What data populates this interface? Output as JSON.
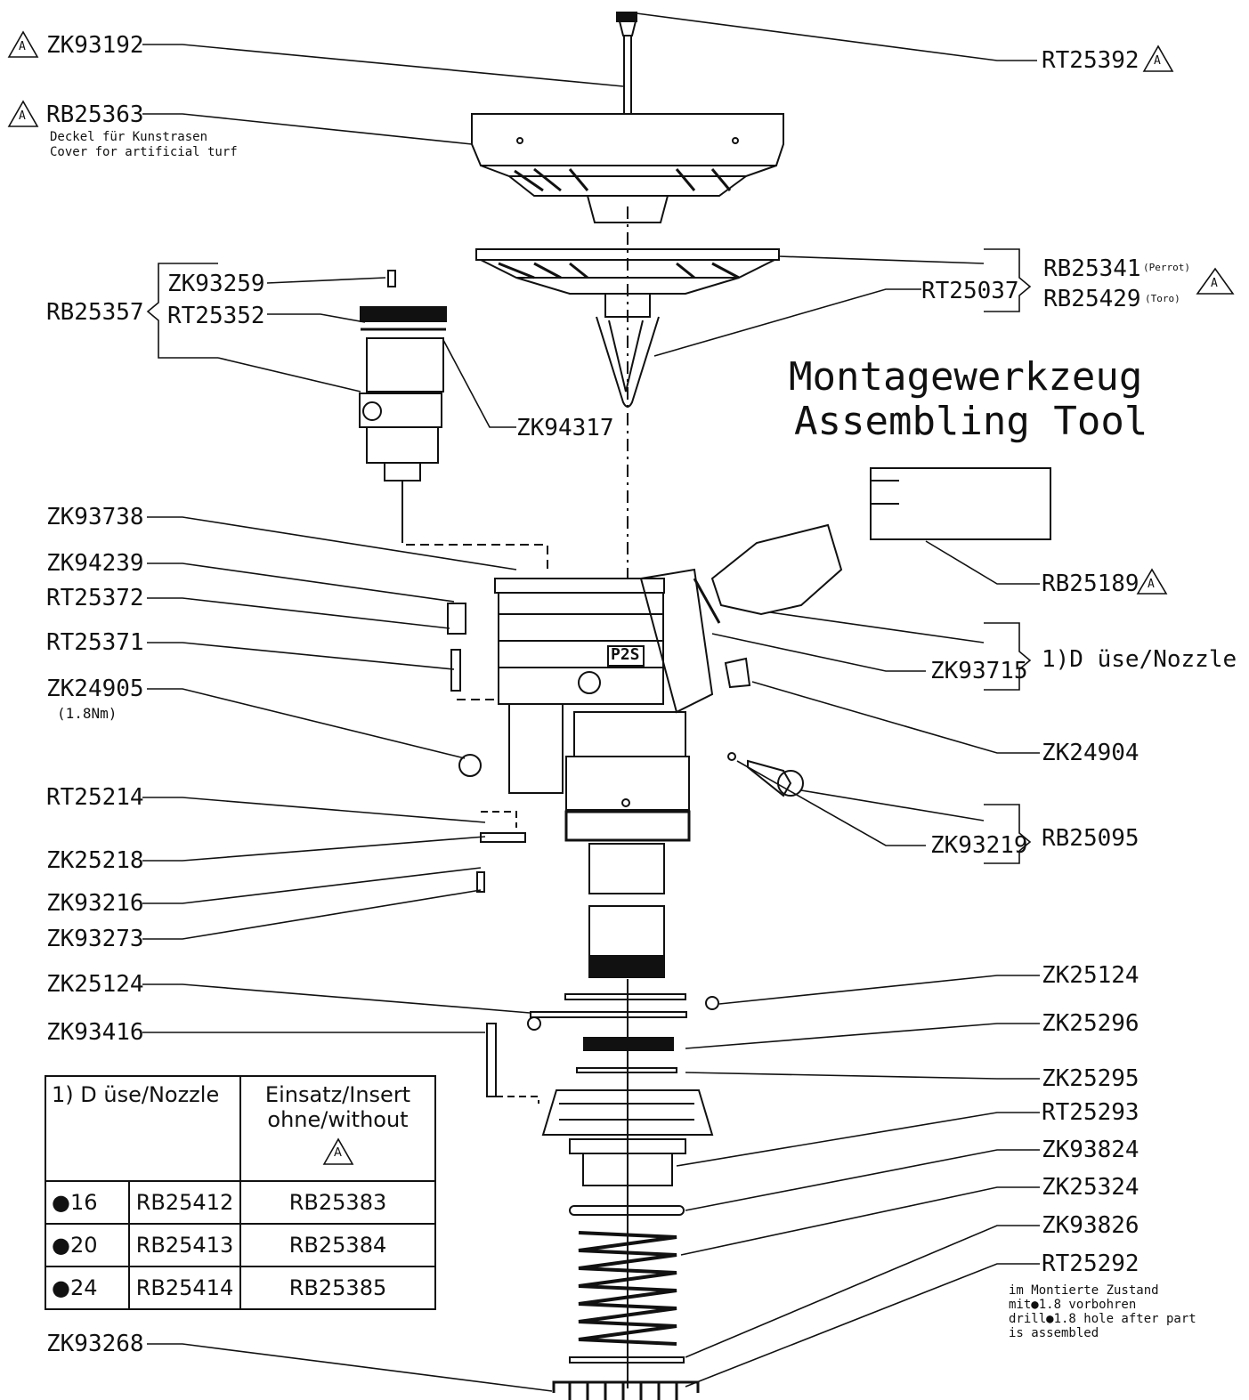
{
  "parts_left": {
    "zk93192": "ZK93192",
    "rb25363": "RB25363",
    "rb25363_note_de": "Deckel für Kunstrasen",
    "rb25363_note_en": "Cover for artificial turf",
    "rb25357": "RB25357",
    "zk93259": "ZK93259",
    "rt25352": "RT25352",
    "zk93738": "ZK93738",
    "zk94239": "ZK94239",
    "rt25372": "RT25372",
    "rt25371": "RT25371",
    "zk24905": "ZK24905",
    "zk24905_torque": "(1.8Nm)",
    "rt25214": "RT25214",
    "zk25218": "ZK25218",
    "zk93216": "ZK93216",
    "zk93273": "ZK93273",
    "zk25124": "ZK25124",
    "zk93416": "ZK93416",
    "zk93268": "ZK93268"
  },
  "parts_center": {
    "zk94317": "ZK94317",
    "rt25037": "RT25037",
    "zk93715": "ZK93715",
    "zk93219": "ZK93219",
    "p2s": "P2S"
  },
  "parts_right": {
    "rt25392": "RT25392",
    "rb25341": "RB25341",
    "rb25341_note": "(Perrot)",
    "rb25429": "RB25429",
    "rb25429_note": "(Toro)",
    "rb25189": "RB25189",
    "nozzle_ref": "1)D üse/Nozzle",
    "zk24904": "ZK24904",
    "rb25095": "RB25095",
    "zk25124": "ZK25124",
    "zk25296": "ZK25296",
    "zk25295": "ZK25295",
    "rt25293": "RT25293",
    "zk93824": "ZK93824",
    "zk25324": "ZK25324",
    "zk93826": "ZK93826",
    "rt25292": "RT25292",
    "rt25292_note1": "im Montierte Zustand",
    "rt25292_note2": "mit●1.8 vorbohren",
    "rt25292_note3": "drill●1.8 hole after part",
    "rt25292_note4": "is assembled"
  },
  "tool": {
    "title_de": "Montagewerkzeug",
    "title_en": "Assembling Tool"
  },
  "warning_mark": "A",
  "nozzle_table": {
    "header_col1": "1) D üse/Nozzle",
    "header_col2_line1": "Einsatz/Insert",
    "header_col2_line2": "ohne/without",
    "rows": [
      {
        "size": "●16",
        "part": "RB25412",
        "insert": "RB25383"
      },
      {
        "size": "●20",
        "part": "RB25413",
        "insert": "RB25384"
      },
      {
        "size": "●24",
        "part": "RB25414",
        "insert": "RB25385"
      }
    ]
  }
}
